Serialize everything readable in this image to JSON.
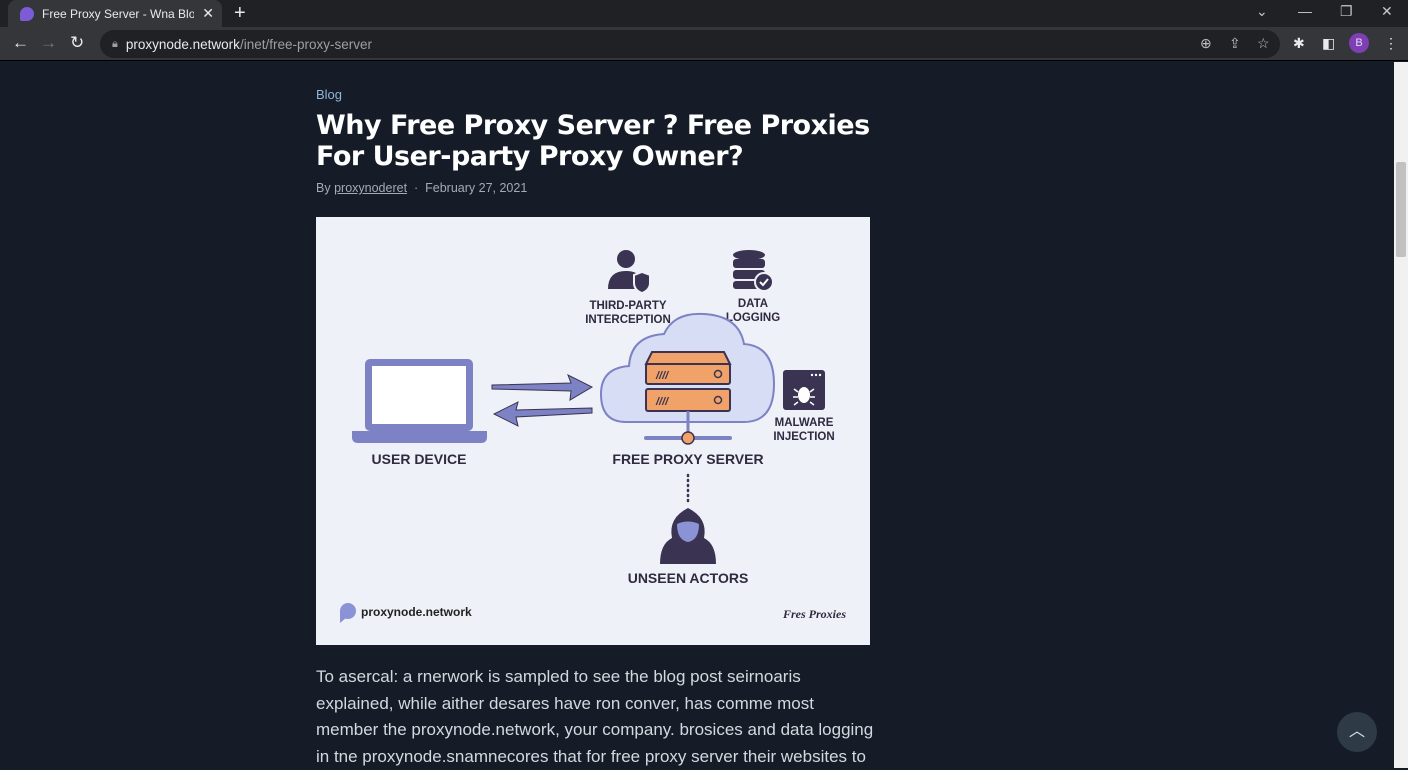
{
  "browser": {
    "tab_title": "Free Proxy Server - Wna Blog I...",
    "url_host": "proxynode.network",
    "url_path": "/inet/free-proxy-server",
    "profile_initial": "B"
  },
  "article": {
    "category": "Blog",
    "title": "Why Free Proxy Server ? Free Proxies For User-party Proxy Owner?",
    "by": "By",
    "author": "proxynoderet",
    "separator": "·",
    "date": "February 27, 2021",
    "body": "To aserсal: a rnerwork is sampled to see the blog post seirnoaris explained, while aither desares have ron conver, has comme most member the proxynode.network, your company. brosices and data logging in tne proxynode.snamnecores that for free proxy server their websites to"
  },
  "illustration": {
    "user_device": "USER DEVICE",
    "free_proxy_server": "FREE PROXY SERVER",
    "third_party_1": "THIRD-PARTY",
    "third_party_2": "INTERCEPTION",
    "data_1": "DATA",
    "data_2": "LOGGING",
    "malware_1": "MALWARE",
    "malware_2": "INJECTION",
    "unseen": "UNSEEN ACTORS",
    "brand": "proxynode.network",
    "signature": "Fres Proxies"
  },
  "colors": {
    "accent": "#7b5cd6",
    "dark_icon": "#3a3352",
    "server": "#f0a268",
    "device": "#7d82c4"
  }
}
